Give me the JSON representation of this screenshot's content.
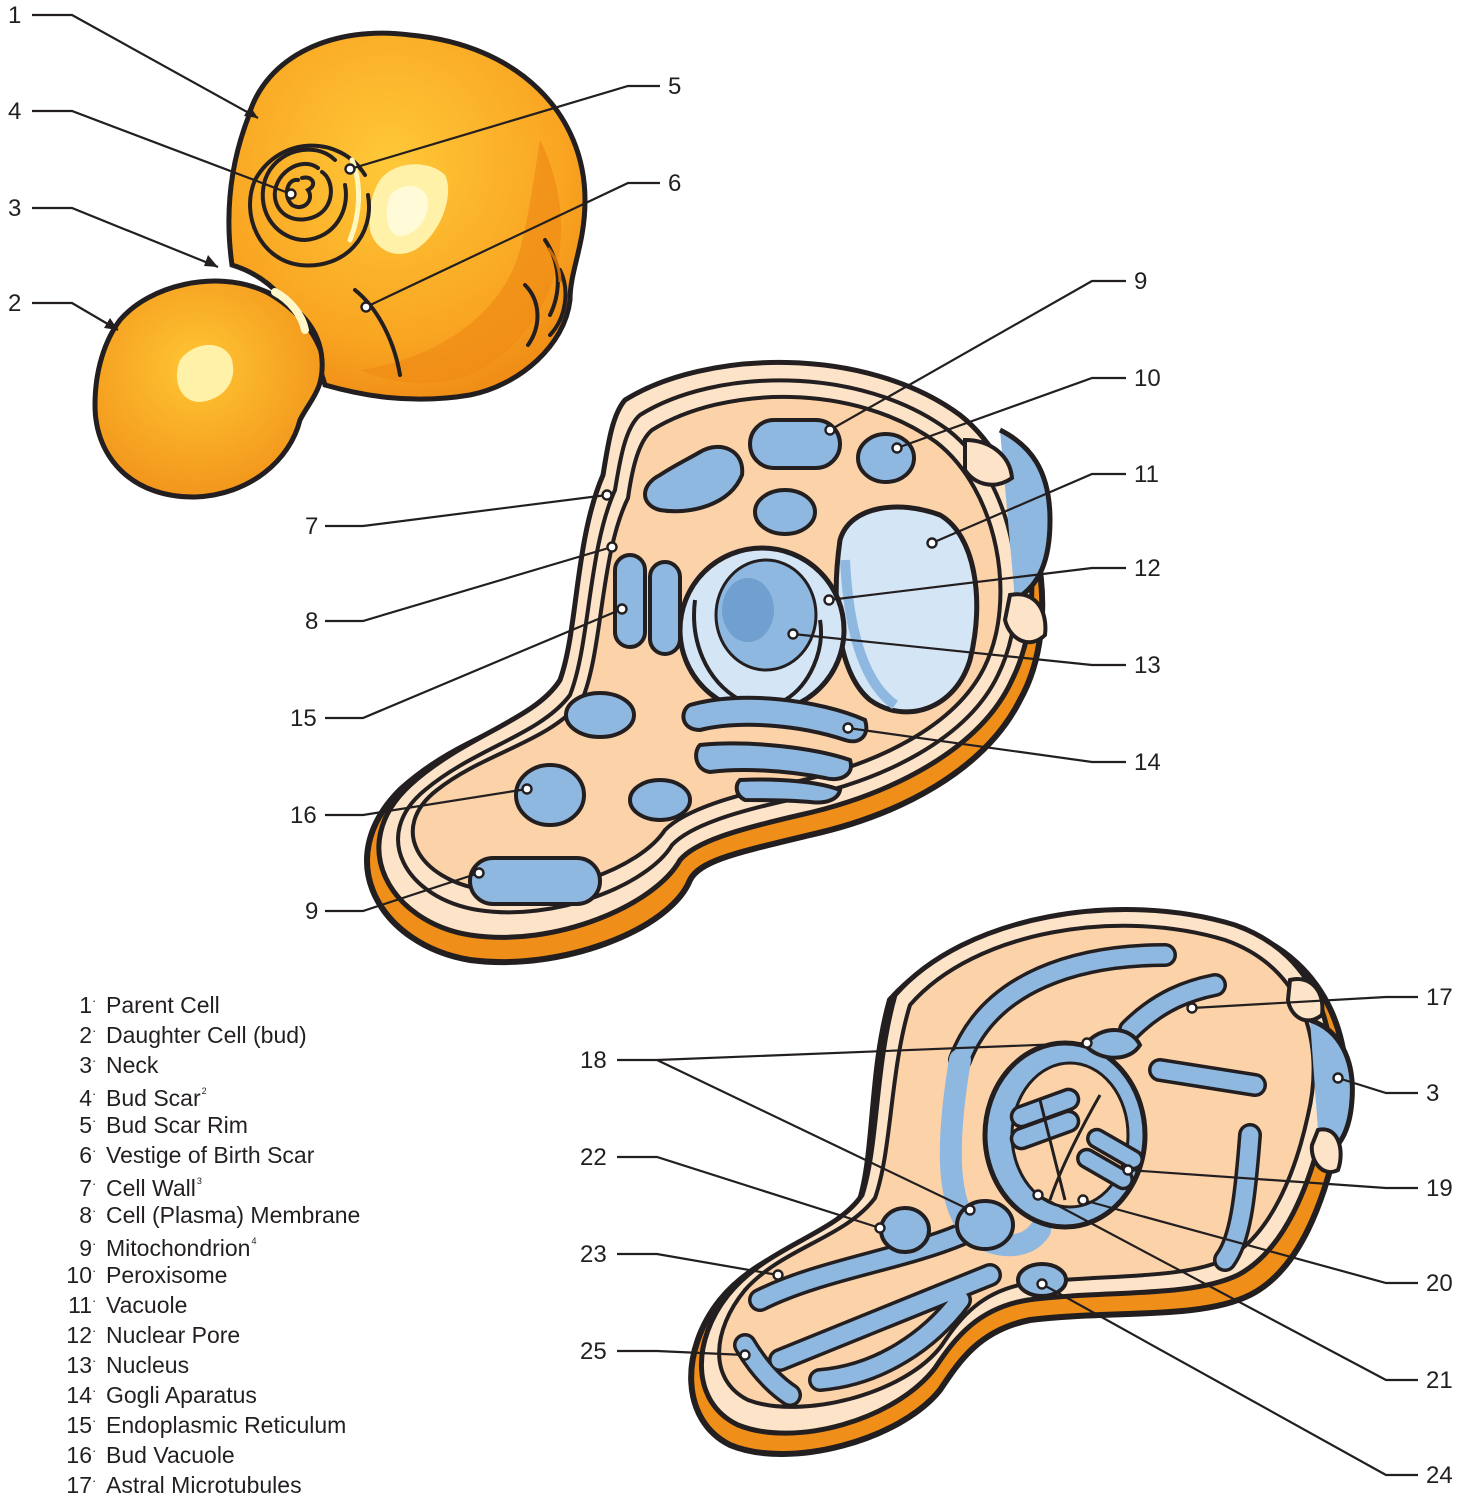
{
  "diagram": {
    "callout_numbers": {
      "top": [
        "1",
        "2",
        "3",
        "4",
        "5",
        "6"
      ],
      "middle": [
        "7",
        "8",
        "9",
        "9",
        "10",
        "11",
        "12",
        "13",
        "14",
        "15",
        "16"
      ],
      "bottom": [
        "17",
        "18",
        "3",
        "19",
        "20",
        "21",
        "22",
        "23",
        "24",
        "25"
      ]
    }
  },
  "legend": {
    "separator": "·",
    "items": [
      {
        "number": "1",
        "label": "Parent Cell",
        "note": ""
      },
      {
        "number": "2",
        "label": "Daughter Cell (bud)",
        "note": ""
      },
      {
        "number": "3",
        "label": "Neck",
        "note": ""
      },
      {
        "number": "4",
        "label": "Bud Scar",
        "note": "2"
      },
      {
        "number": "5",
        "label": "Bud Scar Rim",
        "note": ""
      },
      {
        "number": "6",
        "label": "Vestige of Birth Scar",
        "note": ""
      },
      {
        "number": "7",
        "label": "Cell Wall",
        "note": "3"
      },
      {
        "number": "8",
        "label": "Cell (Plasma) Membrane",
        "note": ""
      },
      {
        "number": "9",
        "label": "Mitochondrion",
        "note": "4"
      },
      {
        "number": "10",
        "label": "Peroxisome",
        "note": ""
      },
      {
        "number": "11",
        "label": "Vacuole",
        "note": ""
      },
      {
        "number": "12",
        "label": "Nuclear Pore",
        "note": ""
      },
      {
        "number": "13",
        "label": "Nucleus",
        "note": ""
      },
      {
        "number": "14",
        "label": "Gogli Aparatus",
        "note": ""
      },
      {
        "number": "15",
        "label": "Endoplasmic Reticulum",
        "note": ""
      },
      {
        "number": "16",
        "label": "Bud Vacuole",
        "note": ""
      },
      {
        "number": "17",
        "label": "Astral Microtubules",
        "note": ""
      }
    ]
  },
  "colors": {
    "cell_orange": "#f7a21d",
    "cell_highlight": "#ffe98a",
    "cytoplasm": "#fcd2a8",
    "wall_cream": "#fde3c8",
    "organelle_blue": "#8fb8e0",
    "organelle_light": "#d4e6f6",
    "outline": "#231f20"
  }
}
